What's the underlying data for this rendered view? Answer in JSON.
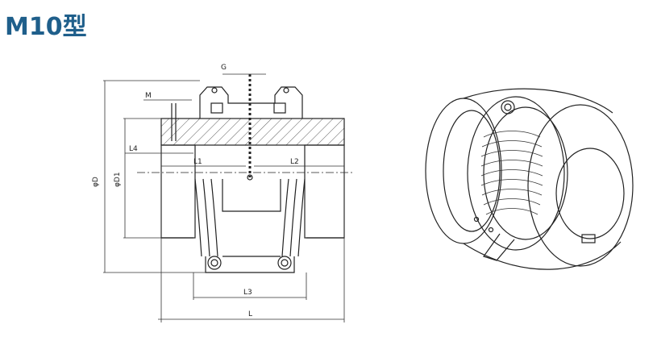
{
  "title": "M10型",
  "colors": {
    "title": "#1f5f8b",
    "line": "#222222"
  },
  "dimensions": {
    "G": "G",
    "M": "M",
    "L4": "L4",
    "L1": "L1",
    "L2": "L2",
    "L3": "L3",
    "L": "L",
    "phiD": "φD",
    "phiD1": "φD1"
  }
}
